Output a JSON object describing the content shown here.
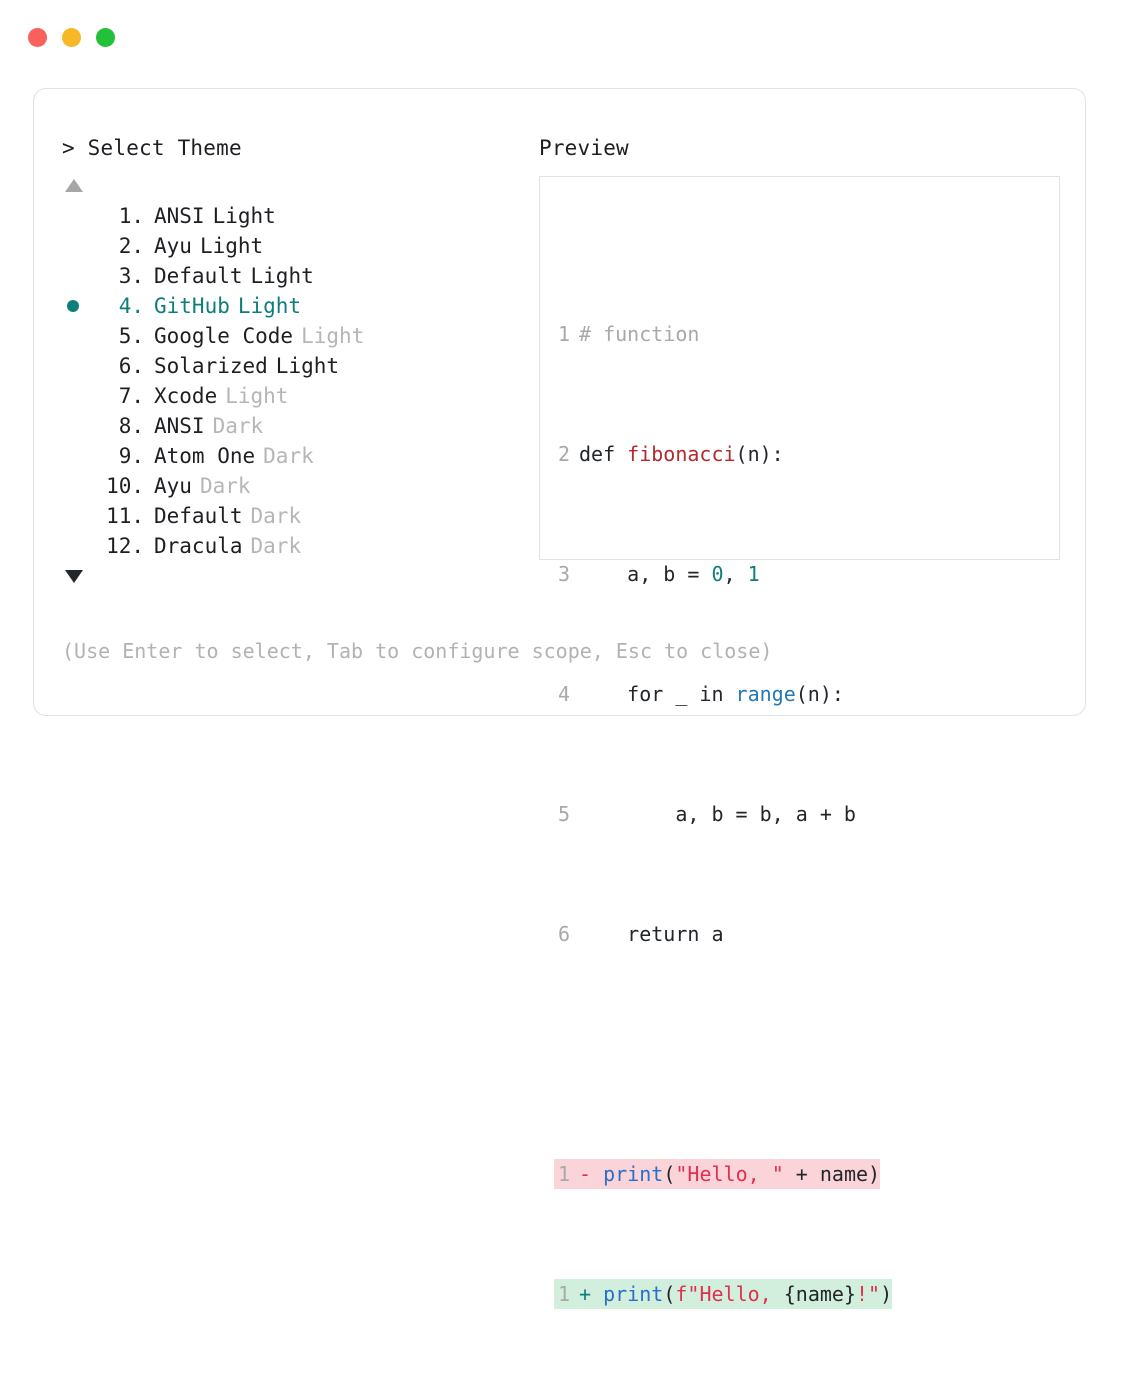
{
  "window": {
    "traffic_lights": [
      {
        "name": "close",
        "color": "#f9615c"
      },
      {
        "name": "minimize",
        "color": "#f6b824"
      },
      {
        "name": "zoom",
        "color": "#23c03a"
      }
    ]
  },
  "accent_color": "#0e7e7b",
  "left_panel": {
    "prompt": "> Select Theme",
    "scroll_up_icon": "triangle-up-icon",
    "scroll_down_icon": "triangle-down-icon",
    "selected_index": 4,
    "items": [
      {
        "index": "1.",
        "name": "ANSI",
        "suffix": "Light",
        "suffix_muted": false,
        "selected": false,
        "bullet": false
      },
      {
        "index": "2.",
        "name": "Ayu",
        "suffix": "Light",
        "suffix_muted": false,
        "selected": false,
        "bullet": false
      },
      {
        "index": "3.",
        "name": "Default",
        "suffix": "Light",
        "suffix_muted": false,
        "selected": false,
        "bullet": false
      },
      {
        "index": "4.",
        "name": "GitHub",
        "suffix": "Light",
        "suffix_muted": false,
        "selected": true,
        "bullet": true
      },
      {
        "index": "5.",
        "name": "Google Code",
        "suffix": "Light",
        "suffix_muted": true,
        "selected": false,
        "bullet": false
      },
      {
        "index": "6.",
        "name": "Solarized",
        "suffix": "Light",
        "suffix_muted": false,
        "selected": false,
        "bullet": false
      },
      {
        "index": "7.",
        "name": "Xcode",
        "suffix": "Light",
        "suffix_muted": true,
        "selected": false,
        "bullet": false
      },
      {
        "index": "8.",
        "name": "ANSI",
        "suffix": "Dark",
        "suffix_muted": true,
        "selected": false,
        "bullet": false
      },
      {
        "index": "9.",
        "name": "Atom One",
        "suffix": "Dark",
        "suffix_muted": true,
        "selected": false,
        "bullet": false
      },
      {
        "index": "10.",
        "name": "Ayu",
        "suffix": "Dark",
        "suffix_muted": true,
        "selected": false,
        "bullet": false
      },
      {
        "index": "11.",
        "name": "Default",
        "suffix": "Dark",
        "suffix_muted": true,
        "selected": false,
        "bullet": false
      },
      {
        "index": "12.",
        "name": "Dracula",
        "suffix": "Dark",
        "suffix_muted": true,
        "selected": false,
        "bullet": false
      }
    ]
  },
  "right_panel": {
    "heading": "Preview",
    "code": {
      "line1_num": "1",
      "line1_comment": "# function",
      "line2_num": "2",
      "line2_kw": "def ",
      "line2_fn": "fibonacci",
      "line2_tail": "(n):",
      "line3_num": "3",
      "line3_pre": "    a, b = ",
      "line3_n0": "0",
      "line3_mid": ", ",
      "line3_n1": "1",
      "line4_num": "4",
      "line4_pre": "    for _ in ",
      "line4_fn": "range",
      "line4_tail": "(n):",
      "line5_num": "5",
      "line5_text": "        a, b = b, a + b",
      "line6_num": "6",
      "line6_text": "    return a"
    },
    "diff": {
      "del_num": "1",
      "del_sign": "-",
      "del_fn": "print",
      "del_open": "(",
      "del_str": "\"Hello, \"",
      "del_tail": " + name)",
      "add_num": "1",
      "add_sign": "+",
      "add_fn": "print",
      "add_open": "(",
      "add_str_a": "f\"Hello, ",
      "add_brace": "{name}",
      "add_str_b": "!\"",
      "add_tail": ")",
      "del_bg": "#fad4d8",
      "add_bg": "#d2efdd"
    }
  },
  "footer": {
    "hint": "(Use Enter to select, Tab to configure scope, Esc to close)"
  }
}
